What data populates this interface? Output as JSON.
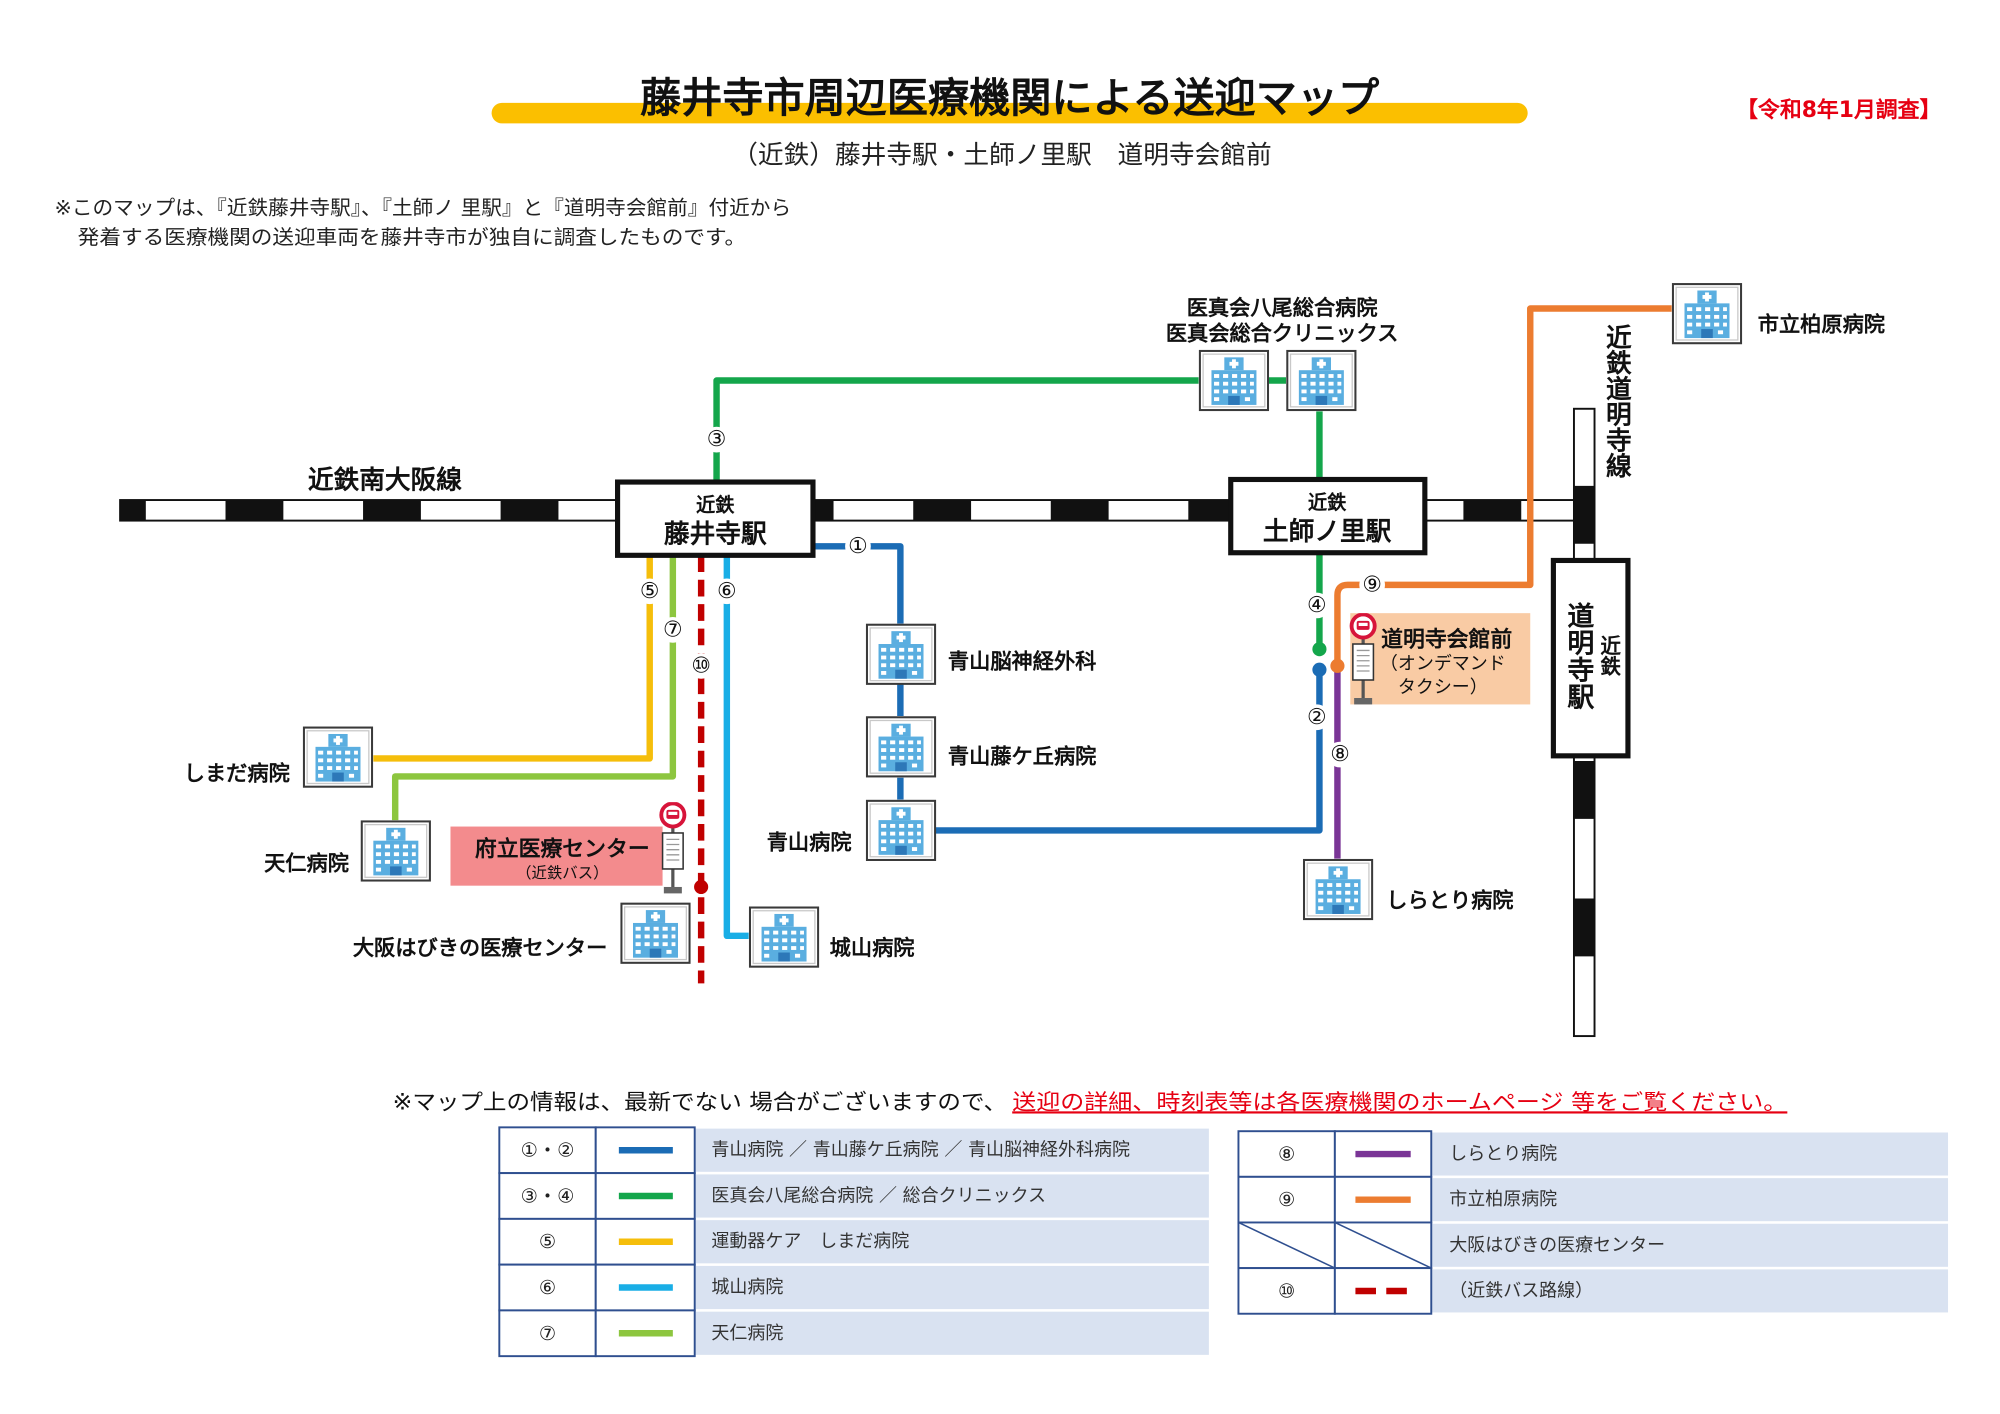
{
  "header": {
    "title": "藤井寺市周辺医療機関による送迎マップ",
    "survey": "【令和8年1月調査】",
    "subtitle": "（近鉄）藤井寺駅・土師ノ里駅　道明寺会館前"
  },
  "note": {
    "line1": "※このマップは、『近鉄藤井寺駅』、『土師ノ 里駅』と『道明寺会館前』付近から",
    "line2": "発着する医療機関の送迎車両を藤井寺市が独自に調査したものです。"
  },
  "railways": {
    "minami_osaka": "近鉄南大阪線",
    "domyoji_line": "近鉄道明寺線"
  },
  "stations": {
    "fujiidera": {
      "operator": "近鉄",
      "name": "藤井寺駅"
    },
    "hajinosato": {
      "operator": "近鉄",
      "name": "土師ノ里駅"
    },
    "domyoji": {
      "operator": "近鉄",
      "name": "道明寺駅"
    }
  },
  "stops": {
    "domyoji_kaikan": {
      "name": "道明寺会館前",
      "sub1": "（オンデマンド",
      "sub2": "タクシー）",
      "color": "#f9cba4"
    },
    "fuchu": {
      "name": "府立医療センター",
      "sub": "（近鉄バス）",
      "color": "#f38b8d"
    }
  },
  "hospitals": {
    "iyo_1": "医真会八尾総合病院",
    "iyo_2": "医真会総合クリニックス",
    "kashiwara": "市立柏原病院",
    "aoyama_noshinkei": "青山脳神経外科",
    "aoyama_fujigaoka": "青山藤ケ丘病院",
    "aoyama": "青山病院",
    "shimada": "しまだ病院",
    "tenjin": "天仁病院",
    "habikino": "大阪はびきの医療センター",
    "shiroyama": "城山病院",
    "shiratori": "しらとり病院"
  },
  "route_markers": {
    "r1": "①",
    "r2": "②",
    "r3": "③",
    "r4": "④",
    "r5": "⑤",
    "r6": "⑥",
    "r7": "⑦",
    "r8": "⑧",
    "r9": "⑨",
    "r10": "⑩"
  },
  "footer": {
    "notice": "※マップ上の情報は、最新でない 場合がございますので、",
    "notice_red": "送迎の詳細、時刻表等は各医療機関のホームページ 等をご覧ください。"
  },
  "legend": {
    "left": [
      {
        "num": "①・②",
        "color": "#1b6cb5",
        "label": "青山病院 ／ 青山藤ケ丘病院 ／ 青山脳神経外科病院"
      },
      {
        "num": "③・④",
        "color": "#14a64b",
        "label": "医真会八尾総合病院 ／ 総合クリニックス"
      },
      {
        "num": "⑤",
        "color": "#f5be0b",
        "label": "運動器ケア　しまだ病院"
      },
      {
        "num": "⑥",
        "color": "#19aee6",
        "label": "城山病院"
      },
      {
        "num": "⑦",
        "color": "#8dc63f",
        "label": "天仁病院"
      }
    ],
    "right": [
      {
        "num": "⑧",
        "color": "#7a3596",
        "label": "しらとり病院"
      },
      {
        "num": "⑨",
        "color": "#ec7c30",
        "label": "市立柏原病院"
      },
      {
        "label": "大阪はびきの医療センター"
      },
      {
        "num": "⑩",
        "color": "#c00000",
        "label": "（近鉄バス路線）"
      }
    ]
  },
  "colors": {
    "title_bar": "#fbbf00",
    "accent_red": "#e60012"
  }
}
